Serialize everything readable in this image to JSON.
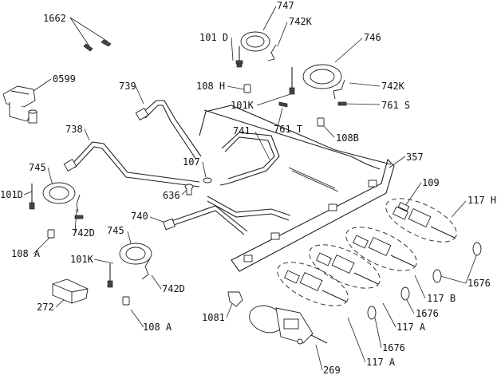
{
  "labels": {
    "l1662": "1662",
    "l747": "747",
    "l101D_top": "101 D",
    "l742K_top": "742K",
    "l746": "746",
    "l0599": "0599",
    "l739": "739",
    "l108H": "108 H",
    "l742K_right": "742K",
    "l101K_top": "101K",
    "l761S": "761 S",
    "l738": "738",
    "l741": "741",
    "l761T": "761 T",
    "l108B": "108B",
    "l357": "357",
    "l745_left": "745",
    "l107": "107",
    "l101D_left": "101D",
    "l636": "636",
    "l109": "109",
    "l117H": "117 H",
    "l742D_left": "742D",
    "l740": "740",
    "l745_mid": "745",
    "l108A_left": "108 A",
    "l101K_left": "101K",
    "l742D_mid": "742D",
    "l1676_right": "1676",
    "l117B": "117 B",
    "l272": "272",
    "l1081": "1081",
    "l1676_mid": "1676",
    "l108A_bottom": "108 A",
    "l117A_mid": "117 A",
    "l1676_bottom": "1676",
    "l117A_bottom": "117 A",
    "l269": "269"
  }
}
